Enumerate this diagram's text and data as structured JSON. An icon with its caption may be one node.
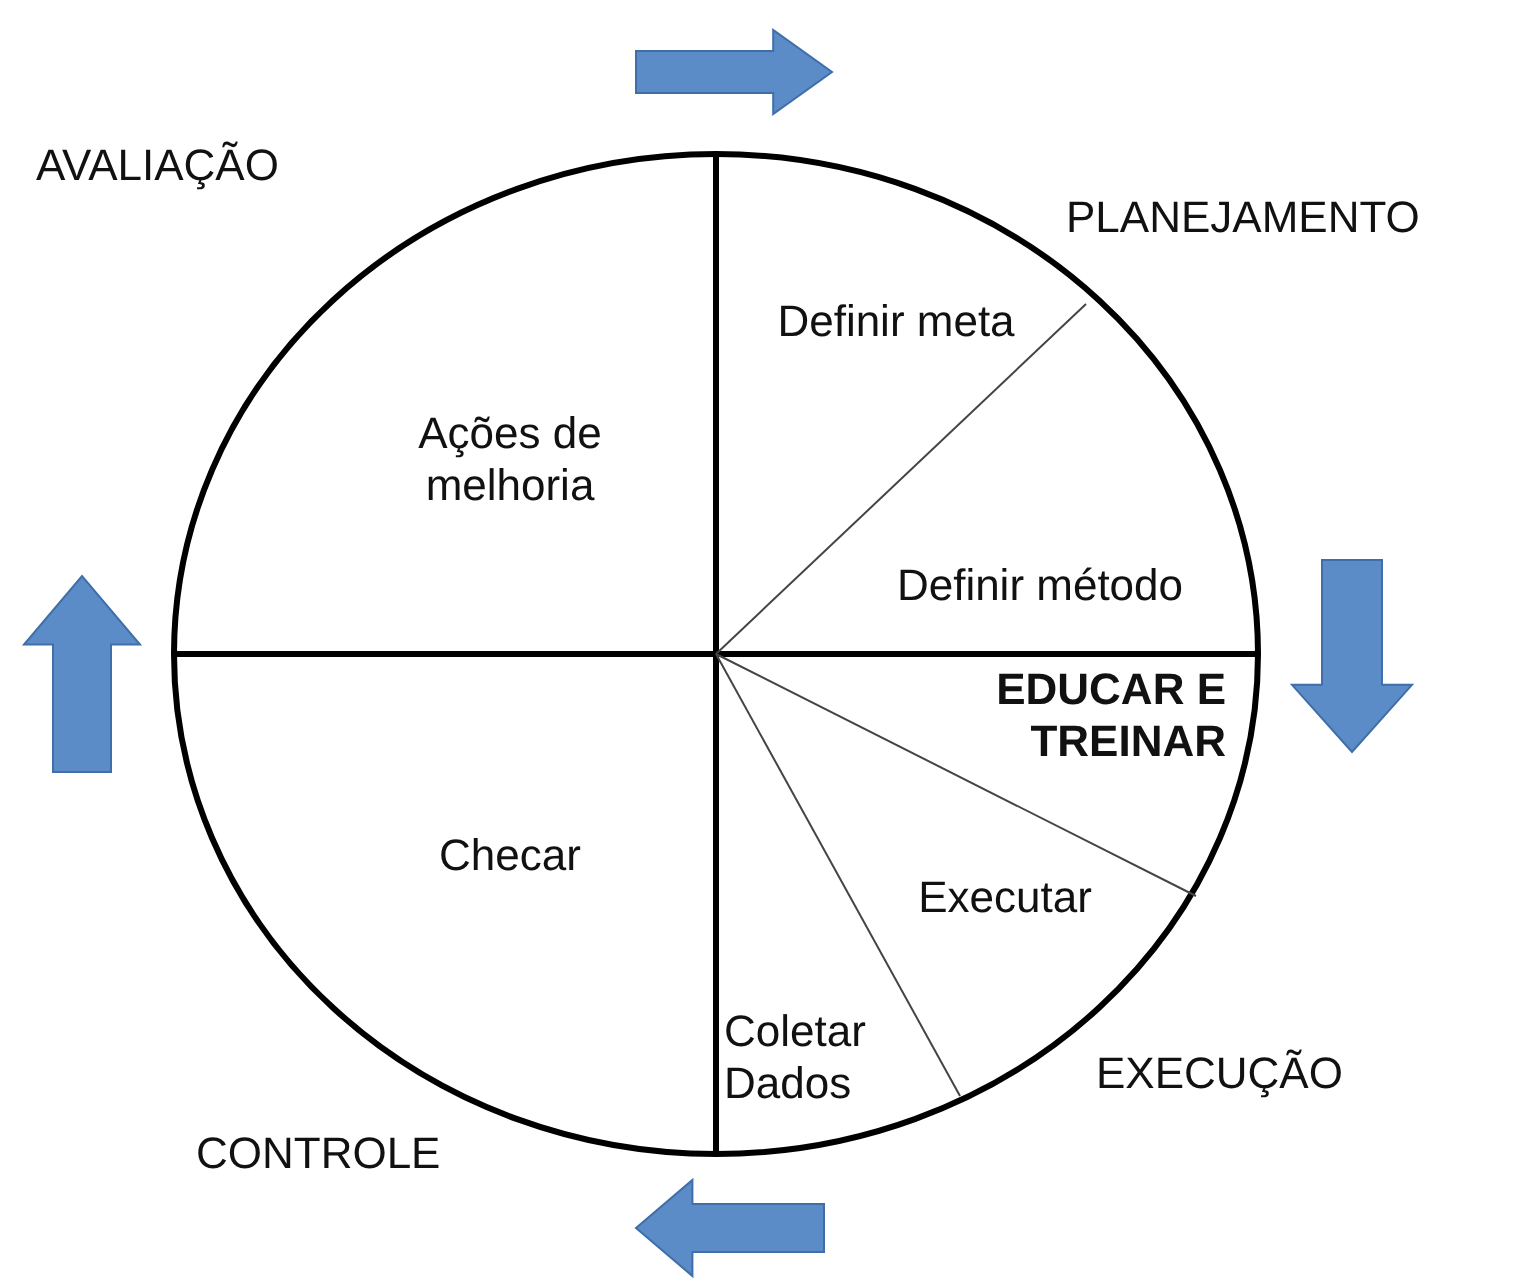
{
  "diagram": {
    "nodes": [
      {
        "text": [
          "Ações de melhoria"
        ]
      },
      {
        "text": [
          "Definir meta"
        ]
      },
      {
        "text": [
          "Definir método"
        ]
      },
      {
        "text": [
          "**EDUCAR E TREINAR**"
        ]
      },
      {
        "text": [
          "Executar"
        ]
      },
      {
        "text": [
          "Coletar Dados"
        ]
      },
      {
        "text": [
          "Checar"
        ]
      }
    ],
    "edges": [],
    "labels": [
      "AVALIAÇÃO",
      "PLANEJAMENTO",
      "EXECUÇÃO",
      "CONTROLE"
    ]
  }
}
